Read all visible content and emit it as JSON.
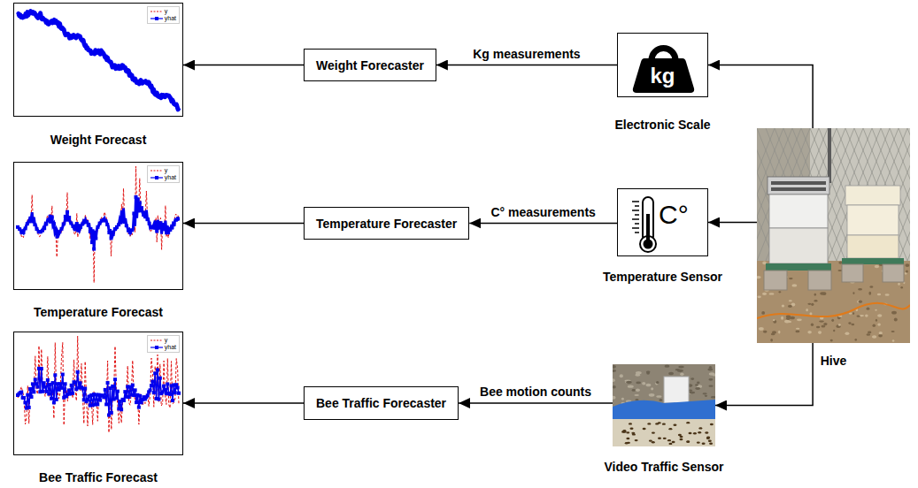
{
  "diagram": {
    "nodes": [
      {
        "text": [
          "Weight Forecast"
        ]
      },
      {
        "text": [
          "Weight Forecaster"
        ]
      },
      {
        "text": [
          "kg",
          "Electronic Scale"
        ]
      },
      {
        "text": [
          "Temperature Forecast"
        ]
      },
      {
        "text": [
          "Temperature Forecaster"
        ]
      },
      {
        "text": [
          "C°",
          "Temperature Sensor"
        ]
      },
      {
        "text": [
          "Hive"
        ]
      },
      {
        "text": [
          "Bee Traffic Forecast"
        ]
      },
      {
        "text": [
          "Bee Traffic Forecaster"
        ]
      },
      {
        "text": [
          "Video Traffic Sensor"
        ]
      }
    ],
    "edges": [
      {
        "from": 6,
        "to": 2,
        "arrow": "to"
      },
      {
        "from": 2,
        "to": 1,
        "label": "Kg measurements",
        "arrow": "to"
      },
      {
        "from": 1,
        "to": 0,
        "arrow": "to"
      },
      {
        "from": 6,
        "to": 5,
        "arrow": "to"
      },
      {
        "from": 5,
        "to": 4,
        "label": "C° measurements",
        "arrow": "to"
      },
      {
        "from": 4,
        "to": 3,
        "arrow": "to"
      },
      {
        "from": 6,
        "to": 9,
        "arrow": "to"
      },
      {
        "from": 9,
        "to": 8,
        "label": "Bee motion counts",
        "arrow": "to"
      },
      {
        "from": 8,
        "to": 7,
        "arrow": "to"
      }
    ],
    "legend": [
      {
        "text": "y"
      },
      {
        "text": "yhat"
      },
      {
        "text": "y"
      },
      {
        "text": "yhat"
      },
      {
        "text": "y"
      },
      {
        "text": "yhat"
      }
    ]
  }
}
